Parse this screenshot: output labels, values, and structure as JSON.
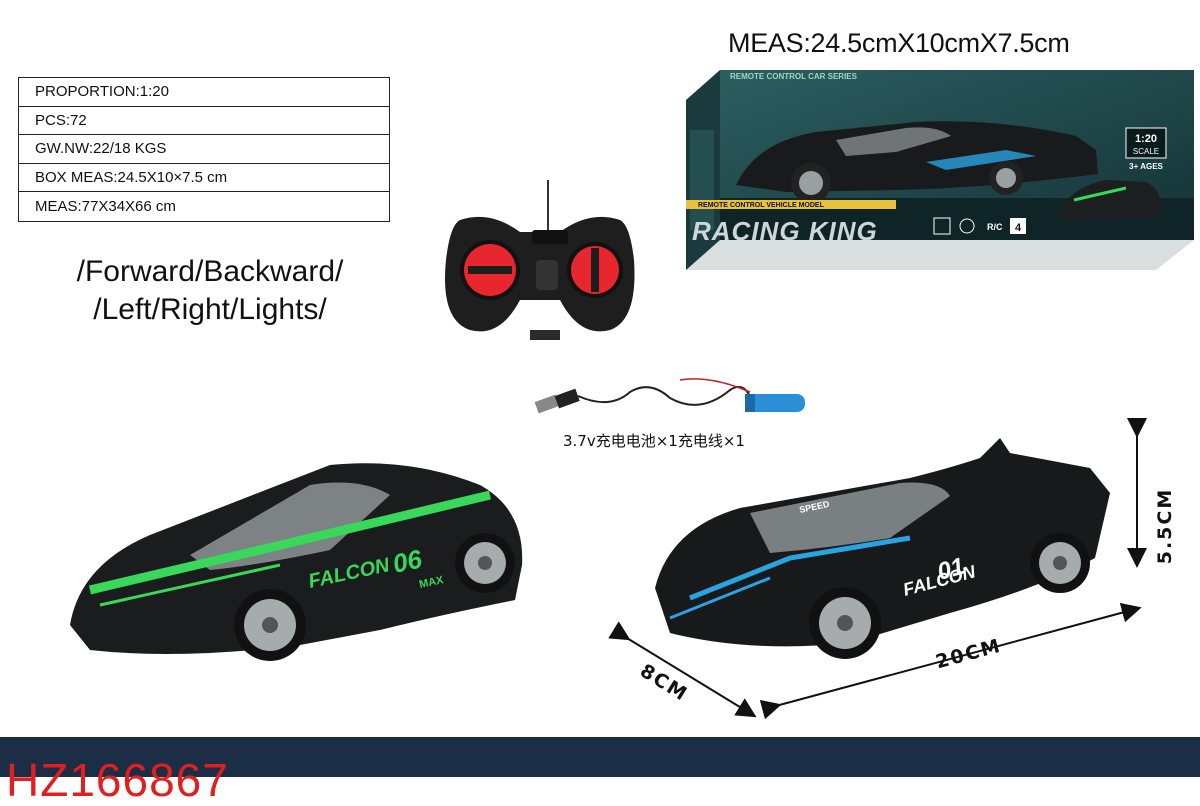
{
  "specs": [
    "PROPORTION:1:20",
    "PCS:72",
    "GW.NW:22/18 KGS",
    "BOX MEAS:24.5X10×7.5 cm",
    "MEAS:77X34X66 cm"
  ],
  "functions": {
    "line1": "/Forward/Backward/",
    "line2": "/Left/Right/Lights/"
  },
  "package_meas": "MEAS:24.5cmX10cmX7.5cm",
  "package_box": {
    "series_label": "REMOTE CONTROL CAR SERIES",
    "model_label": "REMOTE CONTROL VEHICLE MODEL",
    "brand": "RACING KING",
    "scale": "1:20",
    "scale_word": "SCALE",
    "ages": "3+ AGES",
    "rc_badge": "R/C",
    "ch_badge": "4"
  },
  "accessory_text": "3.7v充电电池×1充电线×1",
  "car_green": {
    "name": "FALCON",
    "number": "06",
    "badge": "MAX"
  },
  "car_blue": {
    "name": "FALCON",
    "number": "01",
    "badge": "SPEED"
  },
  "dimensions": {
    "height": "5.5CM",
    "length": "20CM",
    "width": "8CM"
  },
  "sku": "HZ166867",
  "colors": {
    "footer": "#1b2e45",
    "sku": "#e02020",
    "green_accent": "#39d75a",
    "blue_accent": "#2aa4e0",
    "remote_red": "#e8262e",
    "box_teal": "#1f4a4e"
  }
}
